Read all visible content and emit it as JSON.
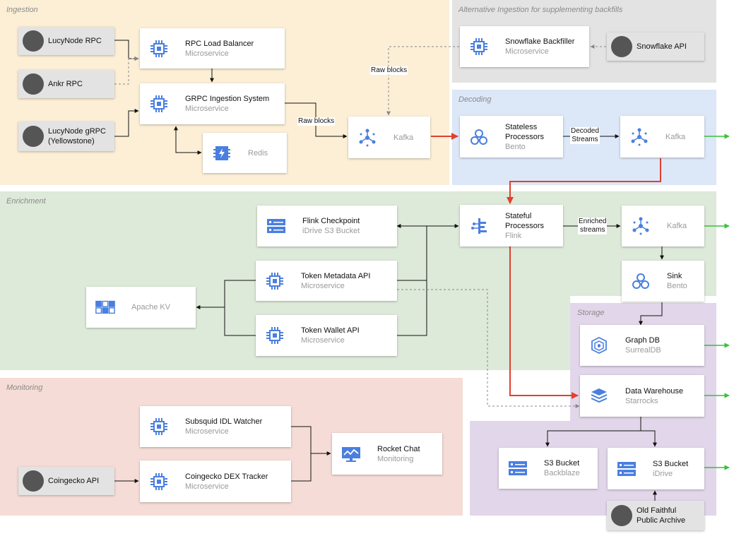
{
  "colors": {
    "ingestion": "#fcefd6",
    "alt_ingestion": "#e3e3e3",
    "decoding": "#dce7f8",
    "enrichment": "#dde9d9",
    "storage": "#e2d6ea",
    "monitoring": "#f6dcd6",
    "icon_blue": "#4a7fe0",
    "flow_red": "#e0402e",
    "output_green": "#3bbf3b"
  },
  "regions": {
    "ingestion": "Ingestion",
    "alt_ingestion": "Alternative Ingestion for supplementing backfills",
    "decoding": "Decoding",
    "enrichment": "Enrichment",
    "storage": "Storage",
    "monitoring": "Monitoring"
  },
  "external": {
    "lucynode_rpc": "LucyNode RPC",
    "ankr_rpc": "Ankr RPC",
    "lucynode_grpc_1": "LucyNode gRPC",
    "lucynode_grpc_2": "(Yellowstone)",
    "snowflake_api": "Snowflake API",
    "coingecko_api": "Coingecko API",
    "old_faithful_1": "Old Faithful",
    "old_faithful_2": "Public Archive"
  },
  "nodes": {
    "rpc_lb": {
      "title": "RPC Load Balancer",
      "sub": "Microservice",
      "icon": "chip-icon"
    },
    "grpc_ingest": {
      "title": "GRPC Ingestion System",
      "sub": "Microservice",
      "icon": "chip-icon"
    },
    "redis": {
      "title": "Redis",
      "icon": "memorystore-icon"
    },
    "kafka_ingest": {
      "title": "Kafka",
      "icon": "pubsub-icon"
    },
    "snowflake_backfiller": {
      "title": "Snowflake Backfiller",
      "sub": "Microservice",
      "icon": "chip-icon"
    },
    "stateless": {
      "title": "Stateless",
      "title2": "Processors",
      "sub": "Bento",
      "icon": "dataflow-icon"
    },
    "kafka_decoded": {
      "title": "Kafka",
      "icon": "pubsub-icon"
    },
    "flink_checkpoint": {
      "title": "Flink Checkpoint",
      "sub": "iDrive S3 Bucket",
      "icon": "storage-icon"
    },
    "stateful": {
      "title": "Stateful",
      "title2": "Processors",
      "sub": "Flink",
      "icon": "pipeline-icon"
    },
    "kafka_enriched": {
      "title": "Kafka",
      "icon": "pubsub-icon"
    },
    "token_metadata": {
      "title": "Token Metadata API",
      "sub": "Microservice",
      "icon": "chip-icon"
    },
    "apache_kv": {
      "title": "Apache KV",
      "icon": "grid-icon"
    },
    "token_wallet": {
      "title": "Token Wallet API",
      "sub": "Microservice",
      "icon": "chip-icon"
    },
    "sink": {
      "title": "Sink",
      "sub": "Bento",
      "icon": "dataflow-icon"
    },
    "graph_db": {
      "title": "Graph DB",
      "sub": "SurrealDB",
      "icon": "graph-db-icon"
    },
    "data_warehouse": {
      "title": "Data Warehouse",
      "sub": "Starrocks",
      "icon": "warehouse-icon"
    },
    "s3_backblaze": {
      "title": "S3 Bucket",
      "sub": "Backblaze",
      "icon": "storage-icon"
    },
    "s3_idrive": {
      "title": "S3 Bucket",
      "sub": "iDrive",
      "icon": "storage-icon"
    },
    "subsquid": {
      "title": "Subsquid IDL Watcher",
      "sub": "Microservice",
      "icon": "chip-icon"
    },
    "coingecko_dex": {
      "title": "Coingecko DEX Tracker",
      "sub": "Microservice",
      "icon": "chip-icon"
    },
    "rocket_chat": {
      "title": "Rocket Chat",
      "sub": "Monitoring",
      "icon": "monitor-icon"
    }
  },
  "edge_labels": {
    "raw_blocks_1": "Raw blocks",
    "raw_blocks_2": "Raw blocks",
    "decoded_1": "Decoded",
    "decoded_2": "Streams",
    "enriched_1": "Enriched",
    "enriched_2": "streams"
  }
}
